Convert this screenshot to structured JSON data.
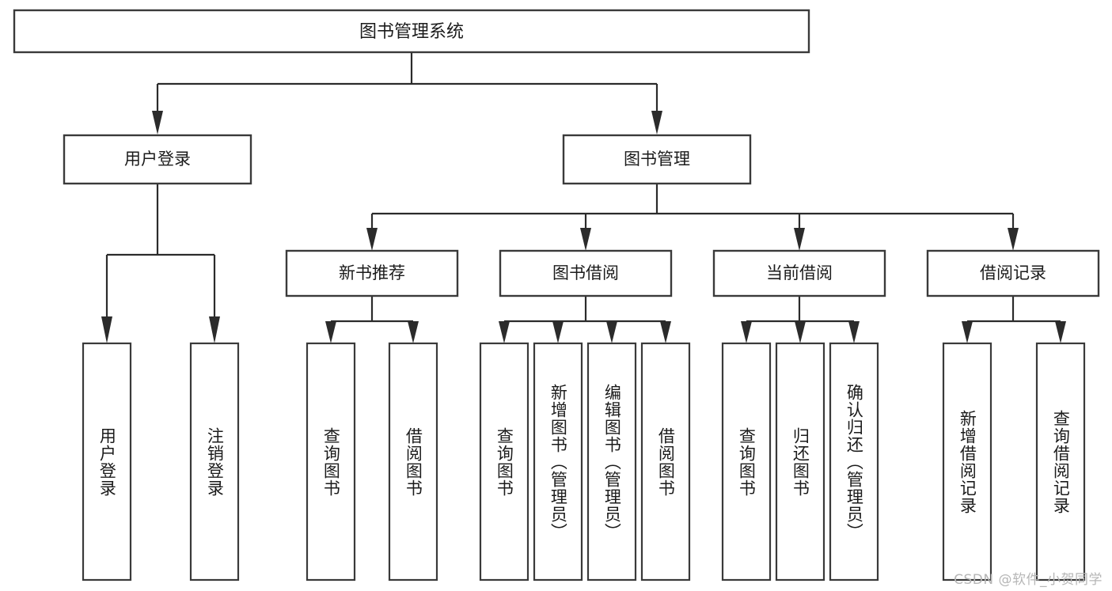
{
  "diagram": {
    "title": "图书管理系统",
    "type": "tree",
    "watermark": "CSDN @软件_小贺同学",
    "colors": {
      "box_stroke": "#3a3a3a",
      "connector": "#2b2b2b",
      "box_fill": "#ffffff",
      "background": "#ffffff",
      "watermark": "#b6b6b6"
    },
    "root": {
      "label": "图书管理系统"
    },
    "level2": [
      {
        "label": "用户登录"
      },
      {
        "label": "图书管理"
      }
    ],
    "level3": [
      {
        "label": "新书推荐"
      },
      {
        "label": "图书借阅"
      },
      {
        "label": "当前借阅"
      },
      {
        "label": "借阅记录"
      }
    ],
    "leaves": {
      "user_login": [
        {
          "label": "用户登录"
        },
        {
          "label": "注销登录"
        }
      ],
      "new_book_recommend": [
        {
          "label": "查询图书"
        },
        {
          "label": "借阅图书"
        }
      ],
      "book_borrow": [
        {
          "label": "查询图书"
        },
        {
          "label": "新增图书（管理员）"
        },
        {
          "label": "编辑图书（管理员）"
        },
        {
          "label": "借阅图书"
        }
      ],
      "current_borrow": [
        {
          "label": "查询图书"
        },
        {
          "label": "归还图书"
        },
        {
          "label": "确认归还（管理员）"
        }
      ],
      "borrow_record": [
        {
          "label": "新增借阅记录"
        },
        {
          "label": "查询借阅记录"
        }
      ]
    }
  }
}
